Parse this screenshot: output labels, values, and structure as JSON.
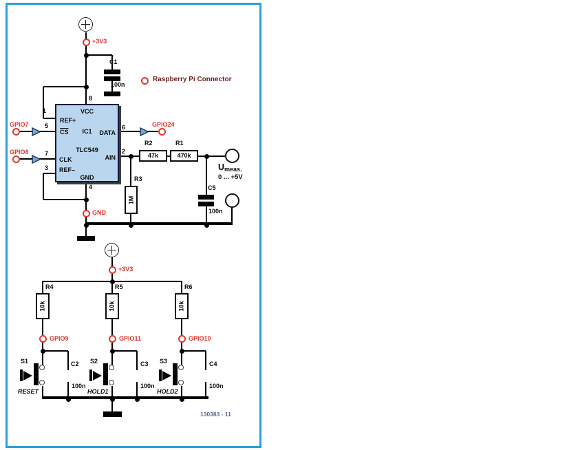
{
  "legend": {
    "connector_label": "Raspberry Pi Connector"
  },
  "supply": {
    "rail_top": "+3V3",
    "rail_bottom": "+3V3",
    "gnd_label": "GND"
  },
  "ic": {
    "designator": "IC1",
    "part": "TLC549",
    "pins": {
      "vcc": {
        "num": "8",
        "name": "VCC"
      },
      "refp": {
        "num": "1",
        "name": "REF+"
      },
      "cs": {
        "num": "5",
        "name": "CS"
      },
      "clk": {
        "num": "7",
        "name": "CLK"
      },
      "refm": {
        "num": "3",
        "name": "REF–"
      },
      "gnd": {
        "num": "4",
        "name": "GND"
      },
      "data": {
        "num": "6",
        "name": "DATA"
      },
      "ain": {
        "num": "2",
        "name": "AIN"
      }
    }
  },
  "gpio": {
    "cs": "GPIO7",
    "clk": "GPIO8",
    "data": "GPIO24",
    "reset": "GPIO9",
    "hold1": "GPIO11",
    "hold2": "GPIO10"
  },
  "resistors": {
    "r1": {
      "name": "R1",
      "value": "470k"
    },
    "r2": {
      "name": "R2",
      "value": "47k"
    },
    "r3": {
      "name": "R3",
      "value": "1M"
    },
    "r4": {
      "name": "R4",
      "value": "10k"
    },
    "r5": {
      "name": "R5",
      "value": "10k"
    },
    "r6": {
      "name": "R6",
      "value": "10k"
    }
  },
  "capacitors": {
    "c1": {
      "name": "C1",
      "value": "100n"
    },
    "c2": {
      "name": "C2",
      "value": "100n"
    },
    "c3": {
      "name": "C3",
      "value": "100n"
    },
    "c4": {
      "name": "C4",
      "value": "100n"
    },
    "c5": {
      "name": "C5",
      "value": "100n"
    }
  },
  "switches": {
    "s1": {
      "name": "S1",
      "function": "RESET"
    },
    "s2": {
      "name": "S2",
      "function": "HOLD1"
    },
    "s3": {
      "name": "S3",
      "function": "HOLD2"
    }
  },
  "measurement": {
    "symbol": "U",
    "subscript": "meas.",
    "range": "0 ... +5V"
  },
  "footer": {
    "code": "130383 - 11"
  },
  "colors": {
    "frame": "#2aa0d8",
    "connector_red": "#e6332a",
    "ic_fill": "#b9d6ee",
    "legend_text": "#6e1f1f",
    "footer_text": "#56688a"
  }
}
